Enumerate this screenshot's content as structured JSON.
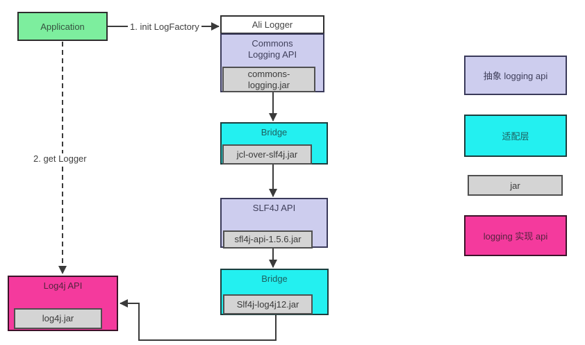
{
  "diagram": {
    "nodes": {
      "application": {
        "label": "Application"
      },
      "ali_logger": {
        "title": "Ali Logger"
      },
      "commons_logging_api": {
        "title": "Commons Logging API",
        "jar": "commons-logging.jar"
      },
      "bridge_jcl": {
        "title": "Bridge",
        "jar": "jcl-over-slf4j.jar"
      },
      "slf4j_api": {
        "title": "SLF4J API",
        "jar": "sfl4j-api-1.5.6.jar"
      },
      "bridge_log4j": {
        "title": "Bridge",
        "jar": "Slf4j-log4j12.jar"
      },
      "log4j_api": {
        "title": "Log4j API",
        "jar": "log4j.jar"
      }
    },
    "edges": {
      "init_logfactory": "1. init LogFactory",
      "get_logger": "2. get Logger"
    }
  },
  "legend": {
    "items": [
      {
        "label": "抽象 logging api",
        "color": "#cdcdee"
      },
      {
        "label": "适配层",
        "color": "#23f0f0"
      },
      {
        "label": "jar",
        "color": "#d4d4d4"
      },
      {
        "label": "logging 实现 api",
        "color": "#f43a9d"
      }
    ]
  },
  "colors": {
    "application": "#7dee9e",
    "abstract_api": "#cdcdee",
    "adapter_layer": "#23f0f0",
    "jar": "#d4d4d4",
    "impl_api": "#f43a9d",
    "line": "#3a3a3a"
  }
}
